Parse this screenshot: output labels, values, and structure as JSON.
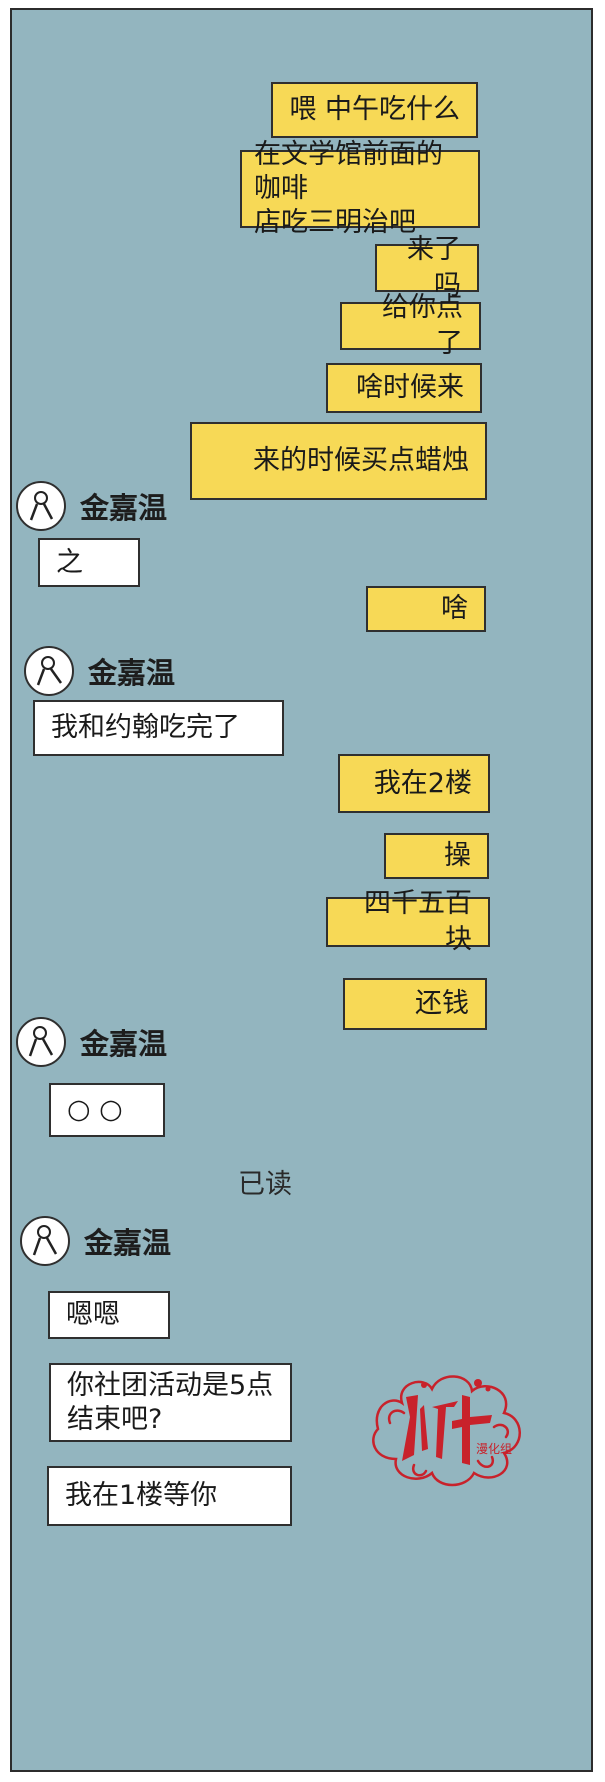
{
  "messages": [
    {
      "side": "out",
      "text": "喂 中午吃什么"
    },
    {
      "side": "out",
      "text": "在文学馆前面的咖啡\n店吃三明治吧"
    },
    {
      "side": "out",
      "text": "来了吗"
    },
    {
      "side": "out",
      "text": "给你点了"
    },
    {
      "side": "out",
      "text": "啥时候来"
    },
    {
      "side": "out",
      "text": "来的时候买点蜡烛"
    },
    {
      "side": "in",
      "sender": "金嘉温",
      "text": "之"
    },
    {
      "side": "out",
      "text": "啥"
    },
    {
      "side": "in",
      "sender": "金嘉温",
      "text": "我和约翰吃完了"
    },
    {
      "side": "out",
      "text": "我在2楼"
    },
    {
      "side": "out",
      "text": "操"
    },
    {
      "side": "out",
      "text": "四千五百块"
    },
    {
      "side": "out",
      "text": "还钱"
    },
    {
      "side": "in",
      "sender": "金嘉温",
      "text": "○ ○"
    },
    {
      "side": "in",
      "sender": "金嘉温",
      "text": "嗯嗯"
    },
    {
      "side": "in",
      "text": "你社团活动是5点\n结束吧?"
    },
    {
      "side": "in",
      "text": "我在1楼等你"
    }
  ],
  "sender_name": "金嘉温",
  "read_label": "已读",
  "watermark_text": "漫化组",
  "colors": {
    "background": "#93b5bf",
    "outgoing_bubble": "#f7d956",
    "incoming_bubble": "#ffffff",
    "seal": "#c8222b"
  },
  "icons": {
    "avatar": "stick-figure-avatar-icon",
    "watermark": "red-seal-icon"
  }
}
